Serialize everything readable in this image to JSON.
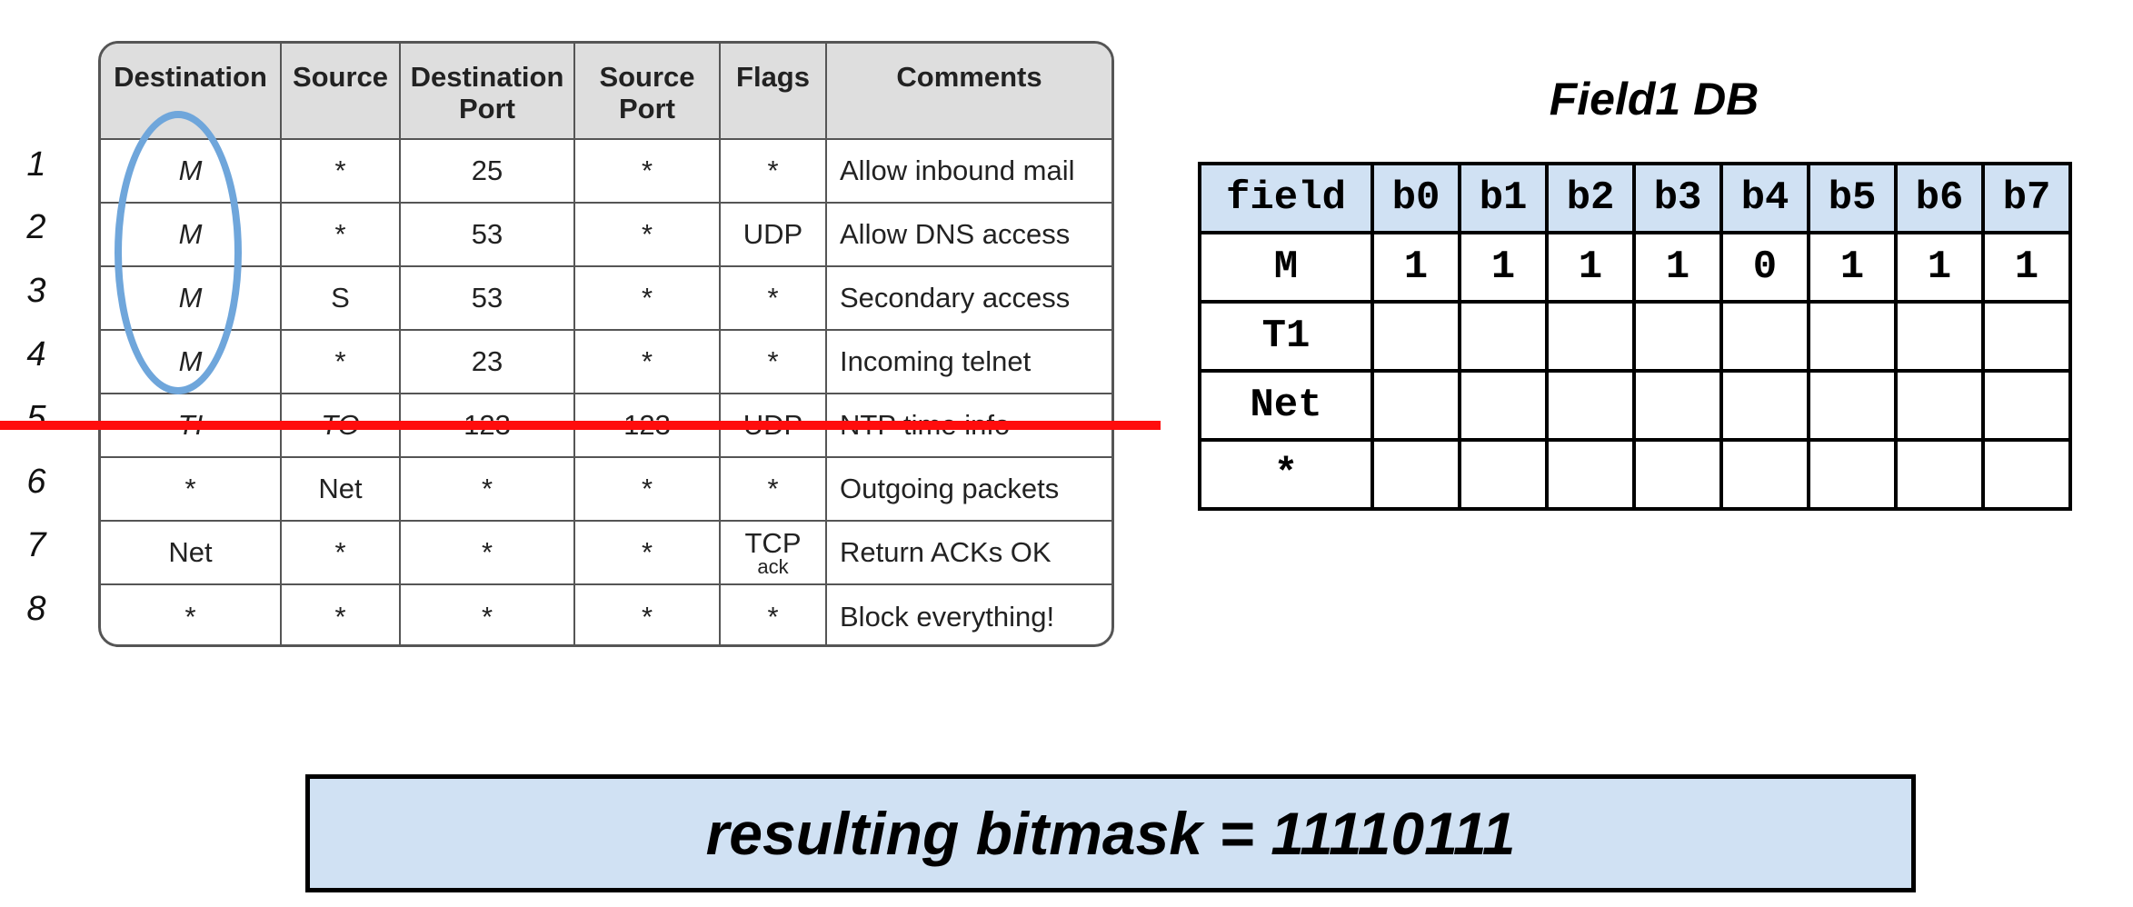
{
  "rules_table": {
    "row_numbers": [
      "1",
      "2",
      "3",
      "4",
      "5",
      "6",
      "7",
      "8"
    ],
    "headers": [
      "Destination",
      "Source",
      "Destination Port",
      "Source Port",
      "Flags",
      "Comments"
    ],
    "rows": [
      {
        "destination": "M",
        "source": "*",
        "dest_port": "25",
        "source_port": "*",
        "flags": "*",
        "flags_sub": "",
        "comment": "Allow inbound mail"
      },
      {
        "destination": "M",
        "source": "*",
        "dest_port": "53",
        "source_port": "*",
        "flags": "UDP",
        "flags_sub": "",
        "comment": "Allow DNS access"
      },
      {
        "destination": "M",
        "source": "S",
        "dest_port": "53",
        "source_port": "*",
        "flags": "*",
        "flags_sub": "",
        "comment": "Secondary access"
      },
      {
        "destination": "M",
        "source": "*",
        "dest_port": "23",
        "source_port": "*",
        "flags": "*",
        "flags_sub": "",
        "comment": "Incoming telnet"
      },
      {
        "destination": "TI",
        "source": "TO",
        "dest_port": "123",
        "source_port": "123",
        "flags": "UDP",
        "flags_sub": "",
        "comment": "NTP time info"
      },
      {
        "destination": "*",
        "source": "Net",
        "dest_port": "*",
        "source_port": "*",
        "flags": "*",
        "flags_sub": "",
        "comment": "Outgoing packets"
      },
      {
        "destination": "Net",
        "source": "*",
        "dest_port": "*",
        "source_port": "*",
        "flags": "TCP",
        "flags_sub": "ack",
        "comment": "Return ACKs OK"
      },
      {
        "destination": "*",
        "source": "*",
        "dest_port": "*",
        "source_port": "*",
        "flags": "*",
        "flags_sub": "",
        "comment": "Block everything!"
      }
    ]
  },
  "db": {
    "title": "Field1 DB",
    "headers": [
      "field",
      "b0",
      "b1",
      "b2",
      "b3",
      "b4",
      "b5",
      "b6",
      "b7"
    ],
    "rows": [
      {
        "field": "M",
        "bits": [
          "1",
          "1",
          "1",
          "1",
          "0",
          "1",
          "1",
          "1"
        ]
      },
      {
        "field": "T1",
        "bits": [
          "",
          "",
          "",
          "",
          "",
          "",
          "",
          ""
        ]
      },
      {
        "field": "Net",
        "bits": [
          "",
          "",
          "",
          "",
          "",
          "",
          "",
          ""
        ]
      },
      {
        "field": "*",
        "bits": [
          "",
          "",
          "",
          "",
          "",
          "",
          "",
          ""
        ]
      }
    ]
  },
  "result": "resulting bitmask = 11110111",
  "colors": {
    "ellipse": "#6fa6db",
    "strike_line": "#ff0d0d",
    "header_fill": "#d0e1f3"
  }
}
